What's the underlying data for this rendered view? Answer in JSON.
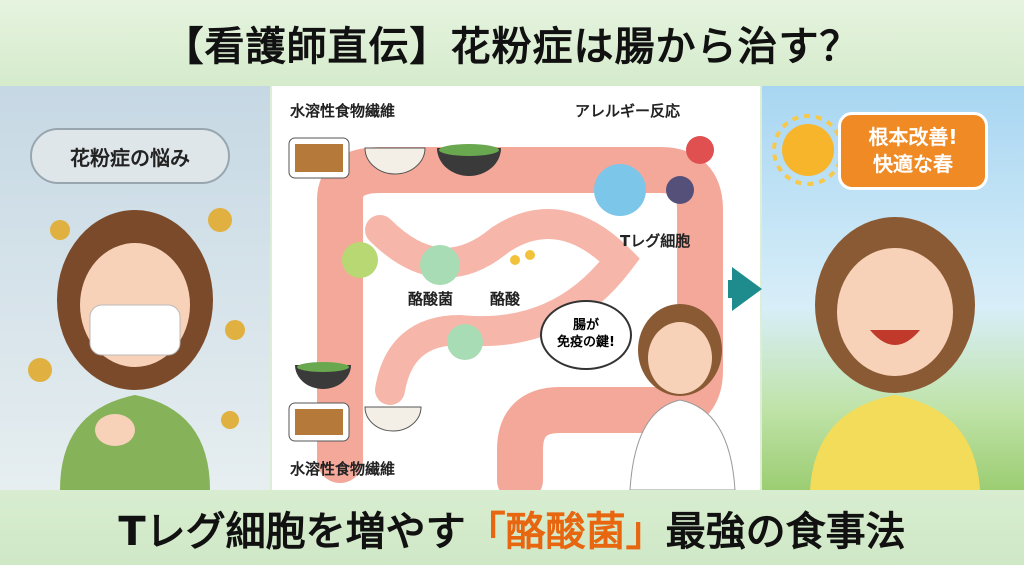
{
  "header": {
    "title": "【看護師直伝】花粉症は腸から治す？"
  },
  "footer": {
    "subtitle_pre": "Tレグ細胞を増やす",
    "subtitle_highlight": "「酪酸菌」",
    "subtitle_post": "最強の食事法"
  },
  "left_panel": {
    "cloud_text": "花粉症の悩み"
  },
  "center_panel": {
    "fiber_top": "水溶性食物繊維",
    "fiber_bottom": "水溶性食物繊維",
    "allergy": "アレルギー反応",
    "treg": "Tレグ細胞",
    "butyrate_bacteria": "酪酸菌",
    "butyrate": "酪酸",
    "nurse_bubble_line1": "腸が",
    "nurse_bubble_line2": "免疫の鍵!"
  },
  "right_panel": {
    "sign_line1": "根本改善!",
    "sign_line2": "快適な春"
  },
  "colors": {
    "accent": "#e8660f",
    "arrow": "#1e8c8c",
    "sign": "#f08a24"
  }
}
